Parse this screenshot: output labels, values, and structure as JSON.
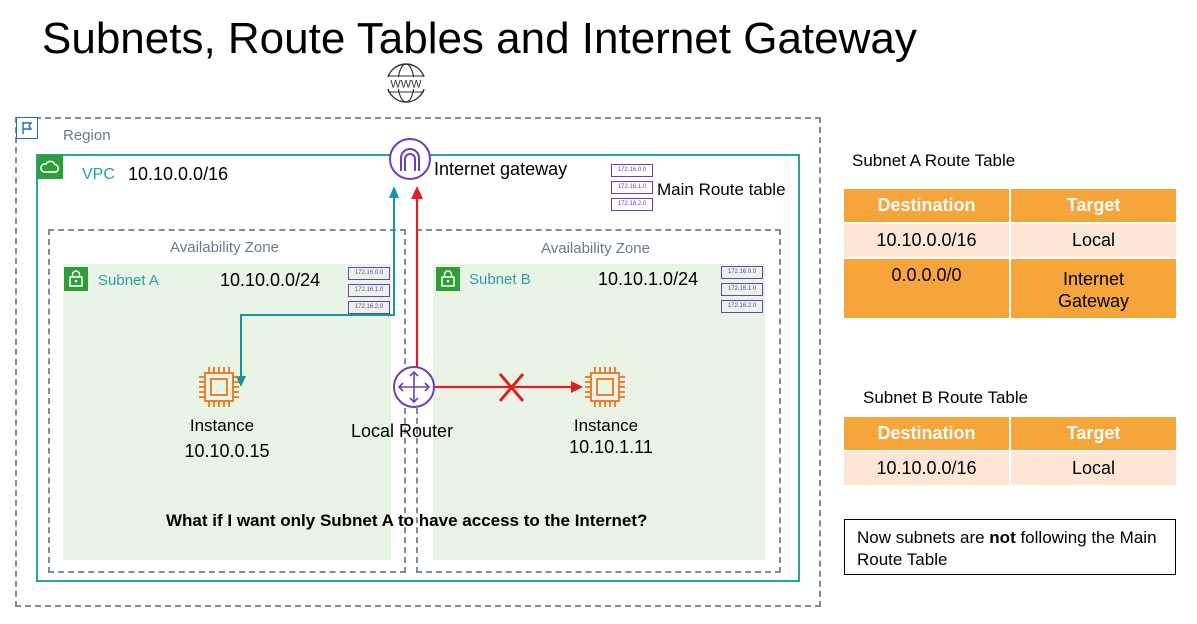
{
  "title": "Subnets, Route Tables and Internet Gateway",
  "icons": {
    "internet": "www-globe-icon",
    "gateway": "internet-gateway-icon",
    "router": "router-icon",
    "instance": "ec2-instance-chip-icon",
    "vpc": "vpc-cloud-icon",
    "subnet": "padlock-icon",
    "region": "flag-icon",
    "blocked": "red-x-icon"
  },
  "colors": {
    "vpc": "#2aa0a9",
    "gateway": "#6a40c0",
    "instance": "#e8761b",
    "subnet_bg": "#e9f3e6",
    "table_header": "#f6a53a",
    "table_row_light": "#fde6d5",
    "arrow_red": "#e02020",
    "arrow_teal": "#16959c"
  },
  "www_text": "WWW",
  "region": {
    "label": "Region"
  },
  "vpc": {
    "label": "VPC",
    "cidr": "10.10.0.0/16"
  },
  "internet_gateway": {
    "label": "Internet gateway"
  },
  "main_route_table": {
    "label": "Main Route table",
    "entries": [
      "172.16.0.0",
      "172.16.1.0",
      "172.16.2.0"
    ]
  },
  "az_left": {
    "label": "Availability Zone"
  },
  "az_right": {
    "label": "Availability Zone"
  },
  "subnet_a": {
    "label": "Subnet A",
    "cidr": "10.10.0.0/24",
    "rt_entries": [
      "172.16.0.0",
      "172.16.1.0",
      "172.16.2.0"
    ]
  },
  "subnet_b": {
    "label": "Subnet B",
    "cidr": "10.10.1.0/24",
    "rt_entries": [
      "172.16.0.0",
      "172.16.1.0",
      "172.16.2.0"
    ]
  },
  "instance_a": {
    "label": "Instance",
    "ip": "10.10.0.15"
  },
  "instance_b": {
    "label": "Instance",
    "ip": "10.10.1.11"
  },
  "router": {
    "label": "Local Router"
  },
  "question": "What if I want only Subnet A to have access to the Internet?",
  "subnet_a_table": {
    "title": "Subnet A Route Table",
    "headers": [
      "Destination",
      "Target"
    ],
    "rows": [
      [
        "10.10.0.0/16",
        "Local"
      ],
      [
        "0.0.0.0/0",
        "Internet Gateway"
      ]
    ]
  },
  "subnet_b_table": {
    "title": "Subnet B Route Table",
    "headers": [
      "Destination",
      "Target"
    ],
    "rows": [
      [
        "10.10.0.0/16",
        "Local"
      ]
    ]
  },
  "note": {
    "before": "Now subnets are ",
    "bold": "not",
    "after": " following the Main Route Table"
  }
}
